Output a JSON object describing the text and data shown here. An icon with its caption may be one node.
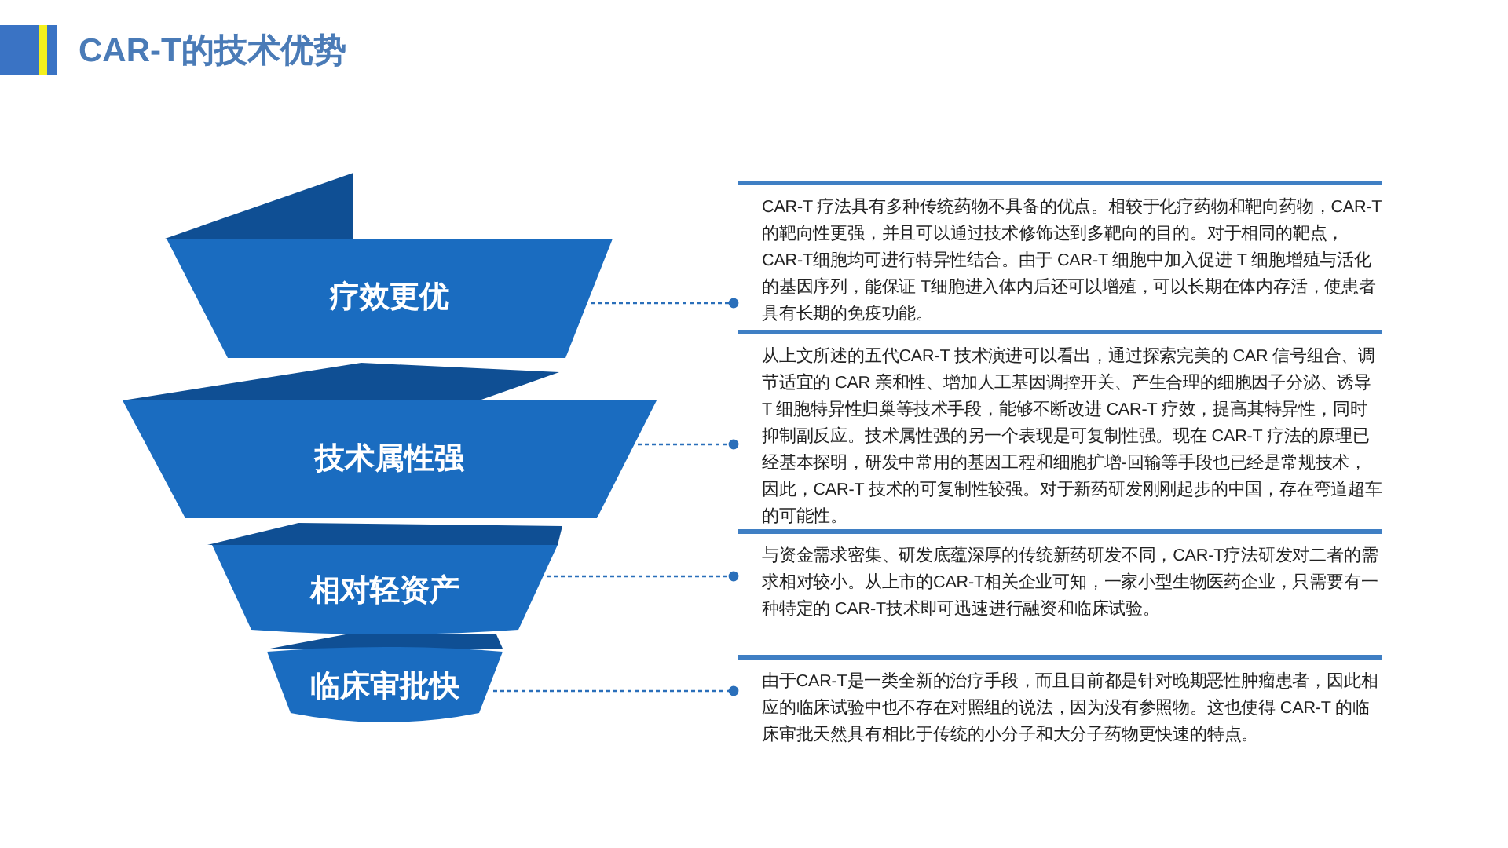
{
  "diagram": {
    "title": "CAR-T的技术优势",
    "nodes": [
      {
        "text": [
          "疗效更优"
        ]
      },
      {
        "text": [
          "技术属性强"
        ]
      },
      {
        "text": [
          "相对轻资产"
        ]
      },
      {
        "text": [
          "临床审批快"
        ]
      },
      {
        "text": [
          "CAR-T 疗法具有多种传统药物不具备的优点。相较于化疗药物和靶向药物，CAR-T 的靶向性更强，并且可以通过技术修饰达到多靶向的目的。对于相同的靶点，CAR-T细胞均可进行特异性结合。由于 CAR-T 细胞中加入促进 T 细胞增殖与活化的基因序列，能保证 T细胞进入体内后还可以增殖，可以长期在体内存活，使患者具有长期的免疫功能。"
        ]
      },
      {
        "text": [
          "从上文所述的五代CAR-T 技术演进可以看出，通过探索完美的 CAR 信号组合、调节适宜的 CAR 亲和性、增加人工基因调控开关、产生合理的细胞因子分泌、诱导 T 细胞特异性归巢等技术手段，能够不断改进 CAR-T 疗效，提高其特异性，同时抑制副反应。技术属性强的另一个表现是可复制性强。现在 CAR-T 疗法的原理已经基本探明，研发中常用的基因工程和细胞扩增-回输等手段也已经是常规技术，因此，CAR-T 技术的可复制性较强。对于新药研发刚刚起步的中国，存在弯道超车的可能性。"
        ]
      },
      {
        "text": [
          "与资金需求密集、研发底蕴深厚的传统新药研发不同，CAR-T疗法研发对二者的需求相对较小。从上市的CAR-T相关企业可知，一家小型生物医药企业，只需要有一种特定的 CAR-T技术即可迅速进行融资和临床试验。"
        ]
      },
      {
        "text": [
          "由于CAR-T是一类全新的治疗手段，而且目前都是针对晚期恶性肿瘤患者，因此相应的临床试验中也不存在对照组的说法，因为没有参照物。这也使得 CAR-T 的临床审批天然具有相比于传统的小分子和大分子药物更快速的特点。"
        ]
      }
    ],
    "edges": [
      {
        "from": 0,
        "to": 4,
        "arrow": "other",
        "style": "dashed"
      },
      {
        "from": 1,
        "to": 5,
        "arrow": "other",
        "style": "dashed"
      },
      {
        "from": 2,
        "to": 6,
        "arrow": "other",
        "style": "dashed"
      },
      {
        "from": 3,
        "to": 7,
        "arrow": "other",
        "style": "dashed"
      }
    ]
  }
}
